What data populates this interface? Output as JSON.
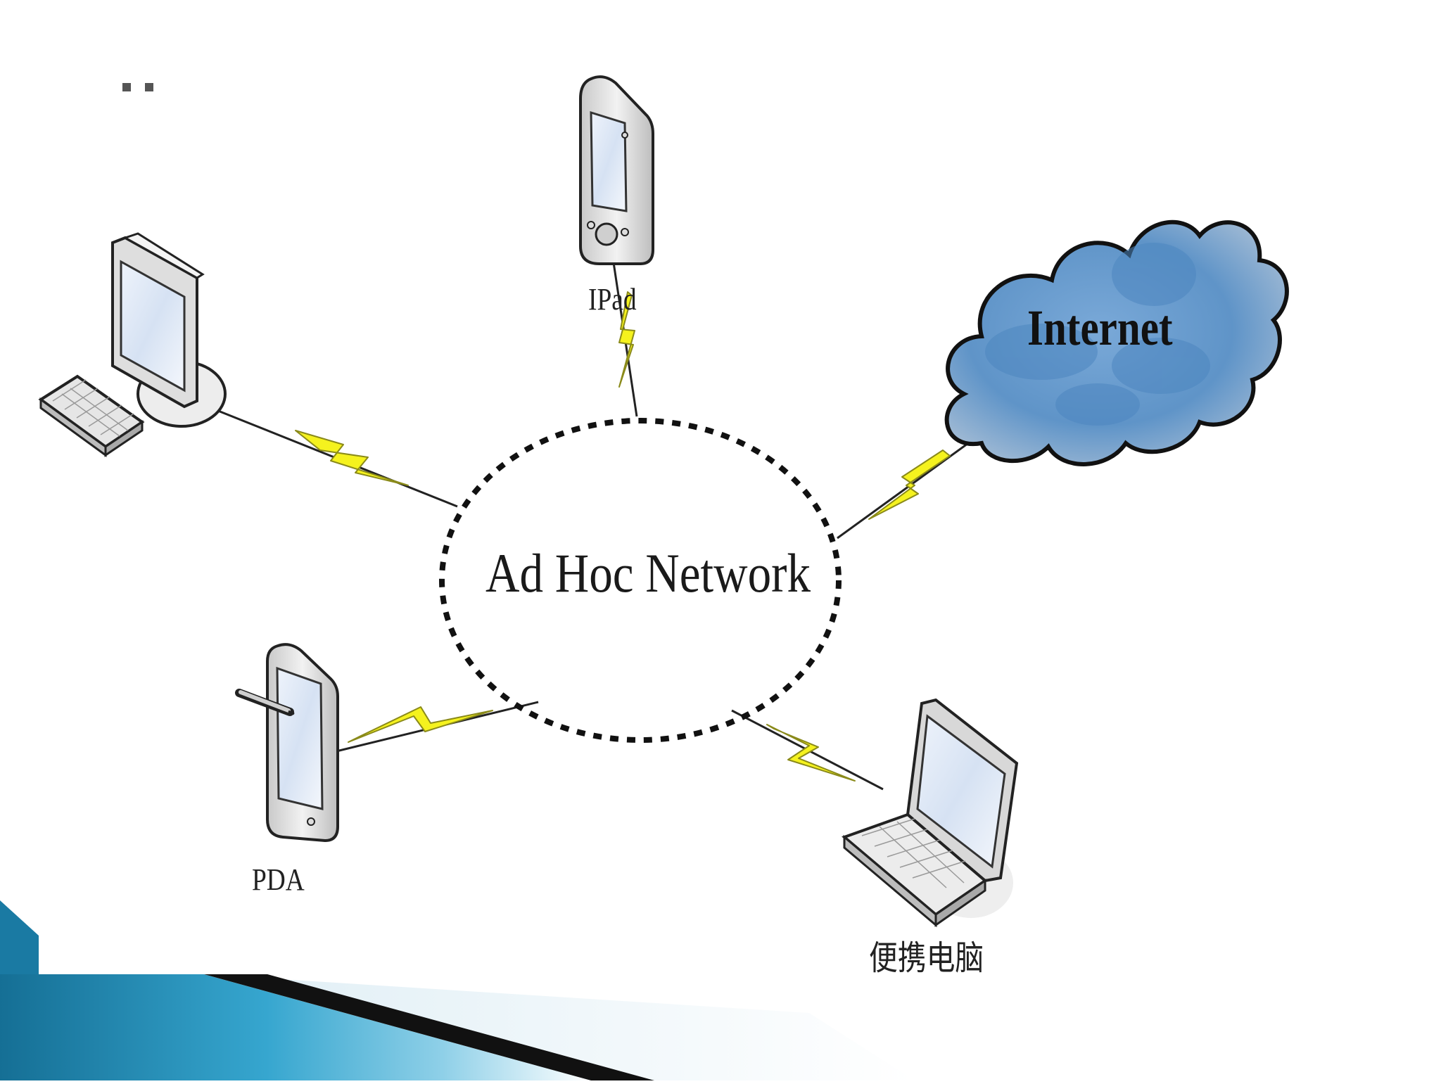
{
  "diagram": {
    "center": "Ad Hoc Network",
    "cloud": "Internet",
    "nodes": {
      "ipad": "IPad",
      "pda": "PDA",
      "laptop": "便携电脑"
    }
  },
  "colors": {
    "lightning": "#f5f21e",
    "cloud": "#5f94c8",
    "slide_accent": "#1f8fb5"
  },
  "icons": [
    "desktop-computer-icon",
    "ipad-icon",
    "pda-icon",
    "laptop-icon",
    "internet-cloud-icon",
    "wireless-link-icon"
  ]
}
